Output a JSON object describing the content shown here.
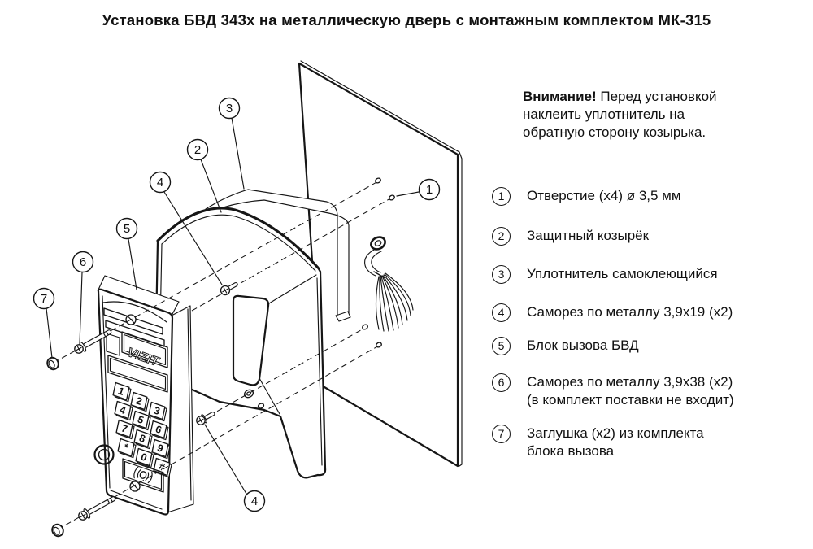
{
  "title": "Установка БВД 343х на металлическую дверь с монтажным комплектом МК-315",
  "notice": {
    "bold": "Внимание!",
    "line1_rest": " Перед установкой",
    "line2": "наклеить уплотнитель на",
    "line3": "обратную сторону козырька."
  },
  "legend": [
    {
      "num": "1",
      "text": "Отверстие (х4) ø 3,5 мм"
    },
    {
      "num": "2",
      "text": "Защитный козырёк"
    },
    {
      "num": "3",
      "text": "Уплотнитель самоклеющийся"
    },
    {
      "num": "4",
      "text": "Саморез по металлу 3,9х19 (х2)"
    },
    {
      "num": "5",
      "text": "Блок вызова БВД"
    },
    {
      "num": "6",
      "text": "Саморез по металлу 3,9х38 (х2)",
      "text2": "(в комплект поставки не входит)"
    },
    {
      "num": "7",
      "text": "Заглушка (х2) из комплекта",
      "text2": "блока вызова"
    }
  ],
  "diagram": {
    "device_brand": "VIZIT",
    "keypad": [
      "1",
      "2",
      "3",
      "4",
      "5",
      "6",
      "7",
      "8",
      "9",
      "*",
      "0",
      "#"
    ],
    "callouts": {
      "c1": "1",
      "c2": "2",
      "c3": "3",
      "c4t": "4",
      "c5": "5",
      "c6": "6",
      "c7": "7",
      "c4b": "4"
    }
  }
}
